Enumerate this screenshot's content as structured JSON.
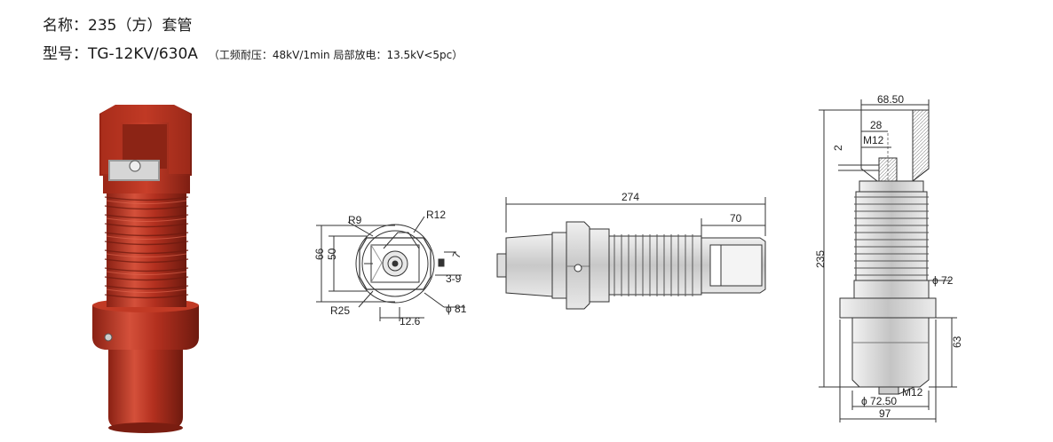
{
  "header": {
    "name_label": "名称：",
    "name_value": "235（方）套管",
    "model_label": "型号：",
    "model_value": "TG-12KV/630A",
    "spec": "（工频耐压：48kV/1min  局部放电：13.5kV<5pc）"
  },
  "colors": {
    "insulator": "#b3301f",
    "insulator_dark": "#7e1e12",
    "insulator_light": "#d9553e",
    "drawing_line": "#333333"
  },
  "top_view": {
    "dim_r9": "R9",
    "dim_r12": "R12",
    "dim_66": "66",
    "dim_50": "50",
    "dim_7": "7",
    "dim_3_9": "3-9",
    "dim_r25": "R25",
    "dim_12_6": "12.6",
    "dim_phi81": "ϕ 81"
  },
  "side_view": {
    "dim_274": "274",
    "dim_70": "70"
  },
  "front_view": {
    "dim_68_50": "68.50",
    "dim_28": "28",
    "dim_m12_top": "M12",
    "dim_2": "2",
    "dim_235": "235",
    "dim_phi72": "ϕ 72",
    "dim_63": "63",
    "dim_m12_bottom": "M12",
    "dim_phi72_50": "ϕ 72.50",
    "dim_97": "97"
  }
}
